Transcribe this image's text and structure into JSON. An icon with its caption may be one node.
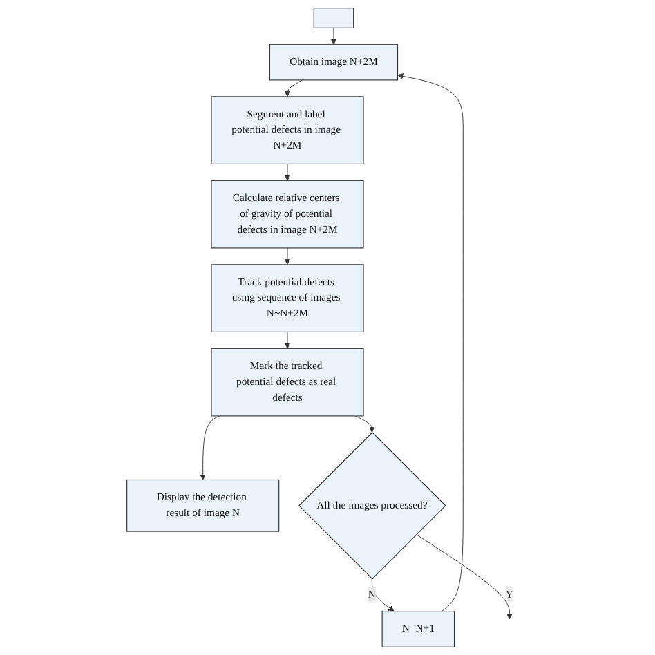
{
  "diagram": {
    "nodes": [
      {
        "text": [],
        "shape": "box"
      },
      {
        "text": [
          "Obtain image N+2M"
        ]
      },
      {
        "text": [
          "Segment and label potential defects in image N+2M"
        ]
      },
      {
        "text": [
          "Calculate relative centers of gravity of potential defects in image N+2M"
        ]
      },
      {
        "text": [
          "Track potential defects using sequence of images N~N+2M"
        ]
      },
      {
        "text": [
          "Mark the tracked potential defects as real defects"
        ]
      },
      {
        "text": [
          "Display the detection result of image N"
        ]
      },
      {
        "text": [
          "All the images processed?"
        ]
      },
      {
        "text": [
          "N=N+1"
        ]
      }
    ],
    "edges": [
      {
        "from": 0,
        "to": 1,
        "arrow": "to"
      },
      {
        "from": 1,
        "to": 2,
        "arrow": "to"
      },
      {
        "from": 2,
        "to": 3,
        "arrow": "to"
      },
      {
        "from": 3,
        "to": 4,
        "arrow": "to"
      },
      {
        "from": 4,
        "to": 5,
        "arrow": "to"
      },
      {
        "from": 5,
        "to": 6,
        "arrow": "to"
      },
      {
        "from": 5,
        "to": 7,
        "arrow": "to"
      },
      {
        "from": 7,
        "to": 8,
        "arrow": "to",
        "label": "N"
      },
      {
        "from": 8,
        "to": 1,
        "arrow": "to"
      },
      {
        "from": 7,
        "to": null,
        "arrow": "to",
        "label": "Y"
      }
    ]
  }
}
